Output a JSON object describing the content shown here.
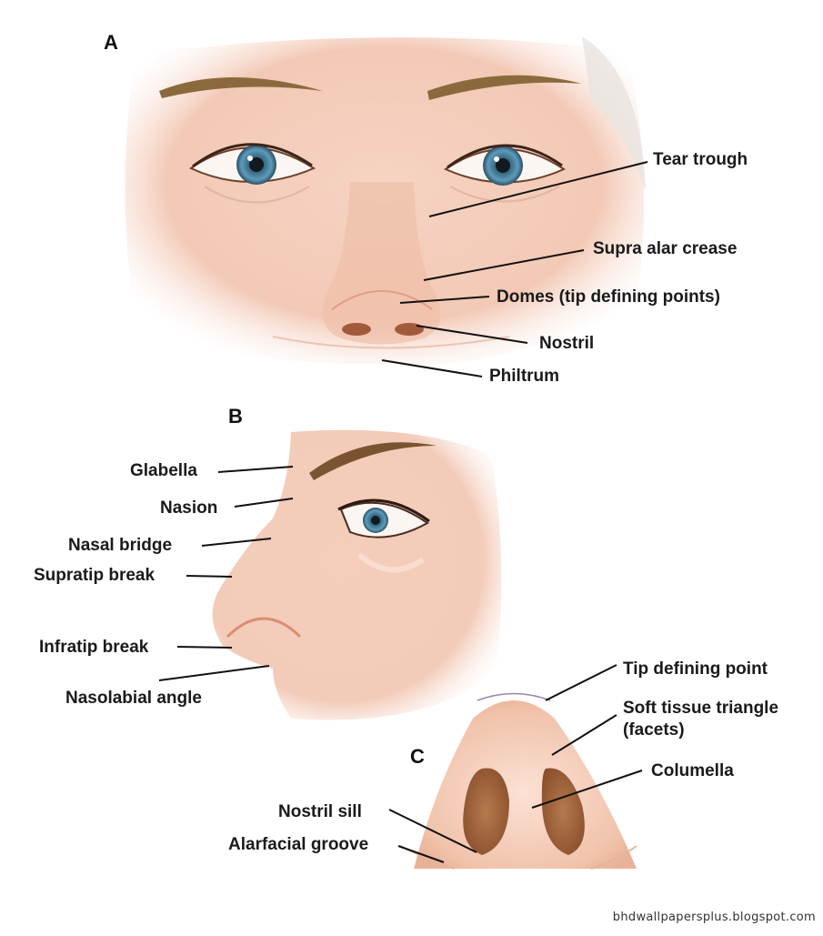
{
  "panels": {
    "a": "A",
    "b": "B",
    "c": "C"
  },
  "labels": {
    "tear_trough": "Tear trough",
    "supra_alar_crease": "Supra alar crease",
    "domes": "Domes (tip defining points)",
    "nostril": "Nostril",
    "philtrum": "Philtrum",
    "glabella": "Glabella",
    "nasion": "Nasion",
    "nasal_bridge": "Nasal bridge",
    "supratip_break": "Supratip break",
    "infratip_break": "Infratip break",
    "nasolabial_angle": "Nasolabial angle",
    "tip_defining_point": "Tip defining point",
    "soft_tissue_triangle": "Soft tissue triangle",
    "facets": "(facets)",
    "columella": "Columella",
    "nostril_sill": "Nostril sill",
    "alarfacial_groove": "Alarfacial groove"
  },
  "watermark": "bhdwallpapersplus.blogspot.com",
  "colors": {
    "skin": "#f4cbb8",
    "skin_light": "#fbe6dc",
    "skin_dark": "#e6a58c",
    "brow": "#7a5a32",
    "iris": "#4a86a8",
    "nostril": "#a8643e",
    "leader_line": "#111111"
  }
}
